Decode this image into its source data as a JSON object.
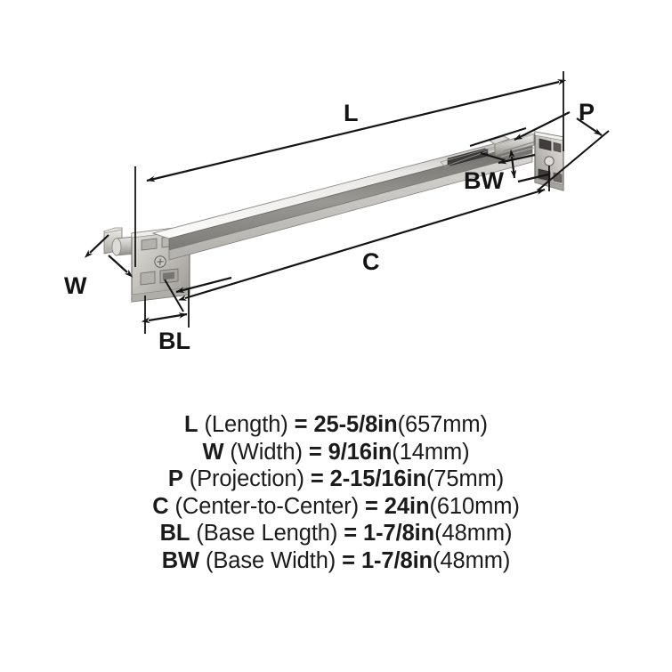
{
  "diagram": {
    "title": "towel-bar-dimension-diagram",
    "product": "square towel bar with two wall mounting brackets",
    "colors": {
      "line": "#141414",
      "label": "#141414",
      "background": "#ffffff",
      "metal_light": "#f2f1ef",
      "metal_mid": "#c9c7c2",
      "metal_dark": "#8d8b86",
      "metal_shadow": "#6f6d69",
      "slot_dark": "#3a3a38"
    },
    "labels": {
      "length": "L",
      "width": "W",
      "projection": "P",
      "center_to_center": "C",
      "base_length": "BL",
      "base_width": "BW"
    }
  },
  "specs": [
    {
      "abbr": "L",
      "name": " (Length) ",
      "value": "= 25-5/8in",
      "metric": "(657mm)"
    },
    {
      "abbr": "W",
      "name": " (Width) ",
      "value": "= 9/16in",
      "metric": "(14mm)"
    },
    {
      "abbr": "P",
      "name": " (Projection) ",
      "value": "= 2-15/16in",
      "metric": "(75mm)"
    },
    {
      "abbr": "C",
      "name": " (Center-to-Center) ",
      "value": "= 24in",
      "metric": "(610mm)"
    },
    {
      "abbr": "BL",
      "name": " (Base Length) ",
      "value": "= 1-7/8in",
      "metric": "(48mm)"
    },
    {
      "abbr": "BW",
      "name": " (Base Width) ",
      "value": "= 1-7/8in",
      "metric": "(48mm)"
    }
  ]
}
